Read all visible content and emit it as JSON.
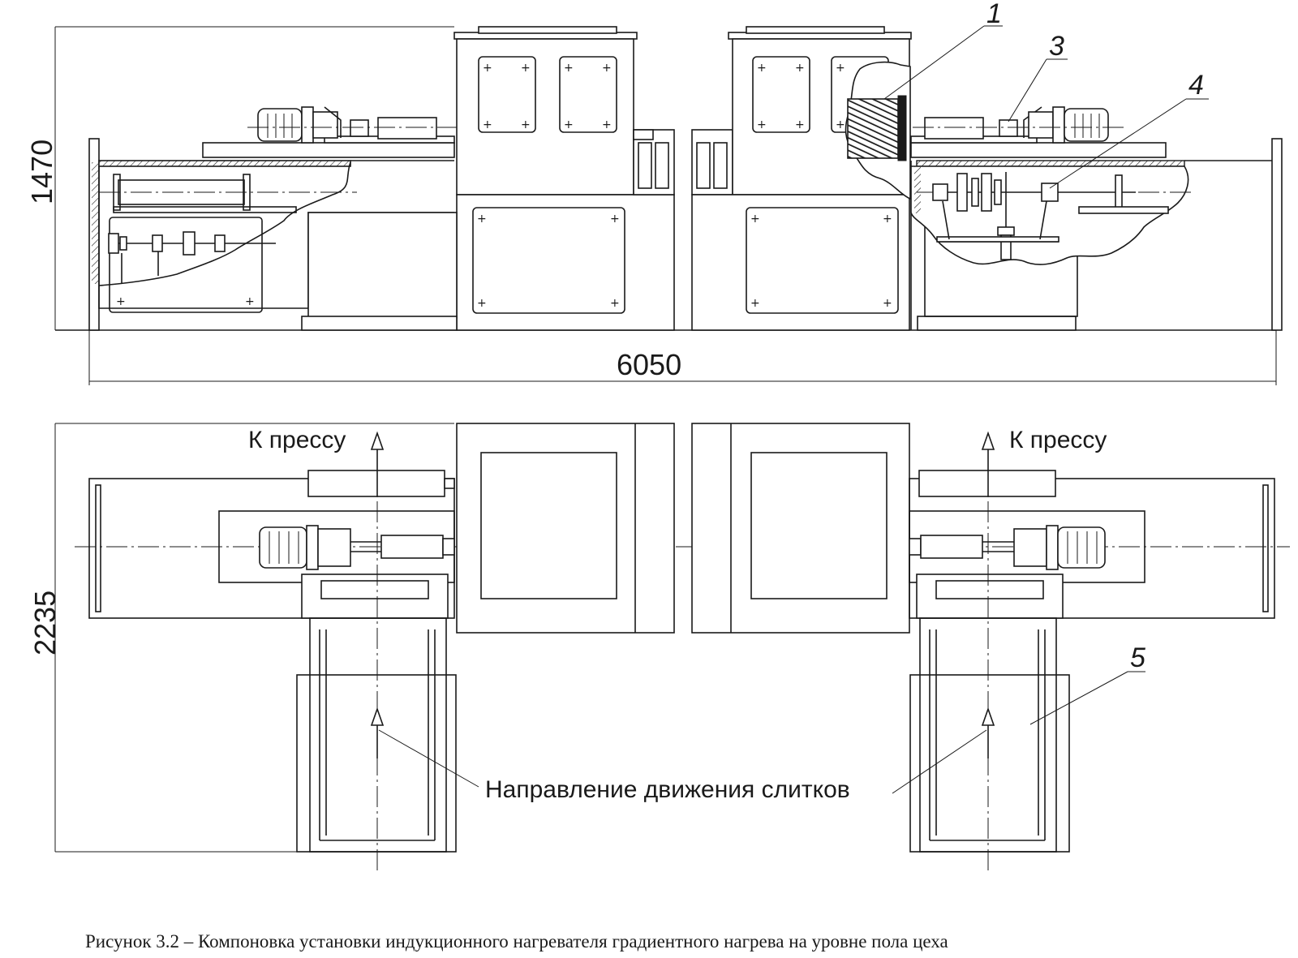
{
  "dimensions": {
    "height_front": "1470",
    "total_length": "6050",
    "width_plan": "2235"
  },
  "callouts": {
    "n1": "1",
    "n3": "3",
    "n4": "4",
    "n5": "5"
  },
  "labels": {
    "to_press_left": "К прессу",
    "to_press_right": "К прессу",
    "movement_direction": "Направление движения слитков"
  },
  "caption": "Рисунок 3.2 – Компоновка установки индукционного нагревателя градиентного нагрева на уровне пола цеха"
}
